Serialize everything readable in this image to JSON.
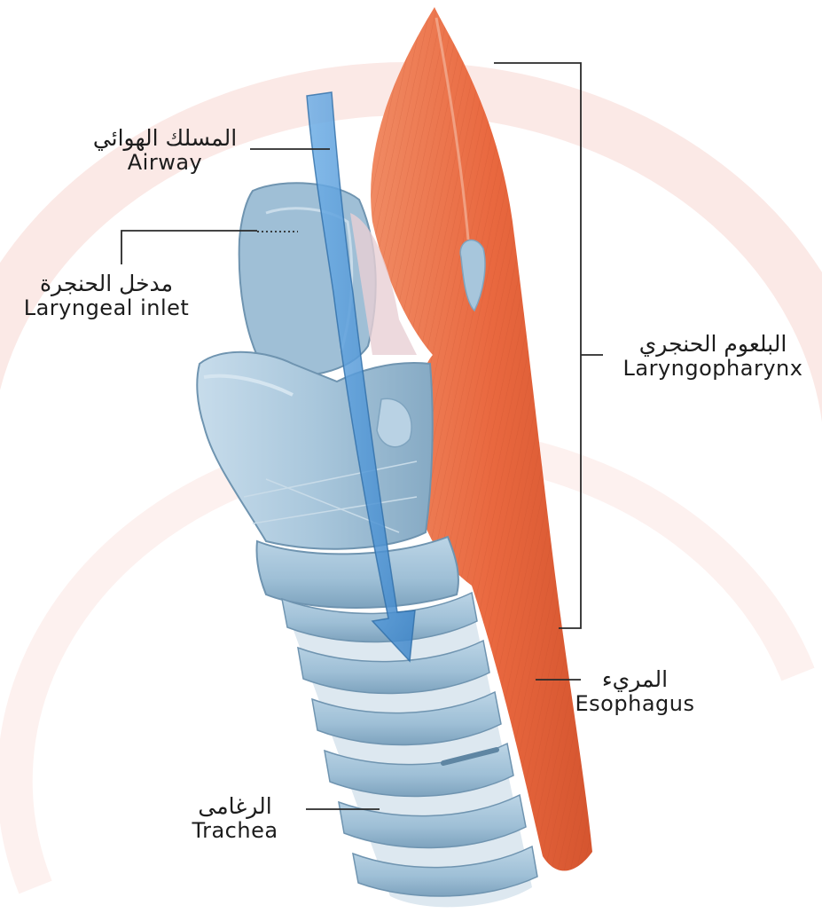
{
  "labels": {
    "airway": {
      "arabic": "المسلك الهوائي",
      "english": "Airway"
    },
    "laryngeal_inlet": {
      "arabic": "مدخل الحنجرة",
      "english": "Laryngeal inlet"
    },
    "laryngopharynx": {
      "arabic": "البلعوم الحنجري",
      "english": "Laryngopharynx"
    },
    "esophagus": {
      "arabic": "المريء",
      "english": "Esophagus"
    },
    "trachea": {
      "arabic": "الرغامى",
      "english": "Trachea"
    }
  },
  "colors": {
    "muscle": "#ec6f48",
    "muscle_dark": "#c9532f",
    "cartilage": "#a9c7dc",
    "cartilage_dark": "#7fa4bf",
    "airway_arrow": "#4f94d4",
    "background_arc": "#fbe9e6",
    "leader_line": "#2a2a2a"
  }
}
